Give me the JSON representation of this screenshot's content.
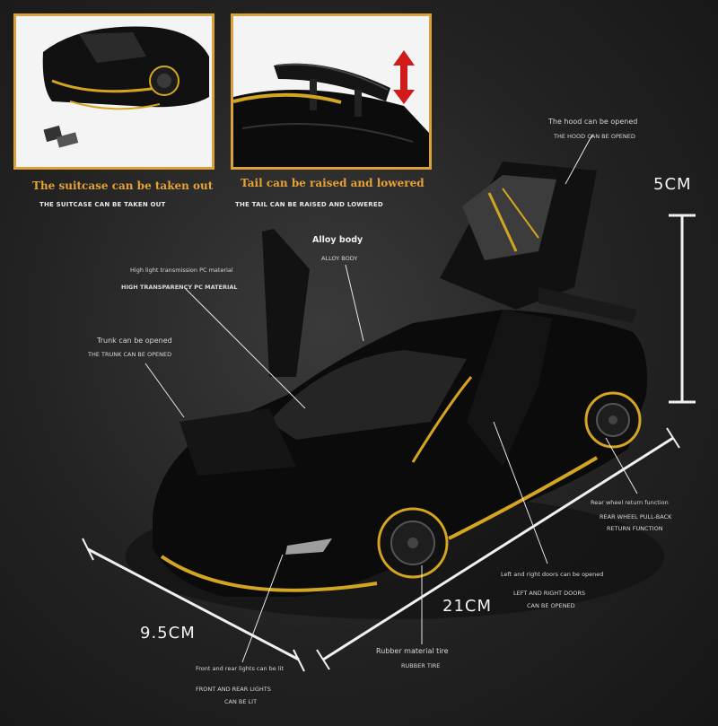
{
  "insets": {
    "left": {
      "title": "The suitcase can be taken out",
      "subtitle": "THE SUITCASE CAN BE TAKEN OUT"
    },
    "right": {
      "title": "Tail can be raised and lowered",
      "subtitle": "THE TAIL CAN BE RAISED AND LOWERED"
    }
  },
  "callouts": {
    "hood": {
      "line1": "The hood can be opened",
      "line2": "THE HOOD CAN BE OPENED"
    },
    "alloy": {
      "line1": "Alloy body",
      "line2": "ALLOY BODY"
    },
    "glass": {
      "line1": "High light transmission PC material",
      "line2": "HIGH TRANSPARENCY PC MATERIAL"
    },
    "trunk": {
      "line1": "Trunk can be opened",
      "line2": "THE TRUNK CAN BE OPENED"
    },
    "pullback": {
      "line1": "Rear wheel return function",
      "line2": "REAR WHEEL PULL-BACK",
      "line3": "RETURN FUNCTION"
    },
    "doors": {
      "line1": "Left and right doors can be opened",
      "line2": "LEFT AND RIGHT DOORS",
      "line3": "CAN BE OPENED"
    },
    "tire": {
      "line1": "Rubber material tire",
      "line2": "RUBBER TIRE"
    },
    "lights": {
      "line1": "Front and rear lights can be lit",
      "line2": "FRONT AND REAR LIGHTS",
      "line3": "CAN BE LIT"
    }
  },
  "dimensions": {
    "height": "5CM",
    "length": "21CM",
    "width": "9.5CM"
  },
  "colors": {
    "accent": "#e6a233",
    "body": "#0d0d0d",
    "trim": "#d4a520",
    "arrow": "#d11a1a"
  }
}
